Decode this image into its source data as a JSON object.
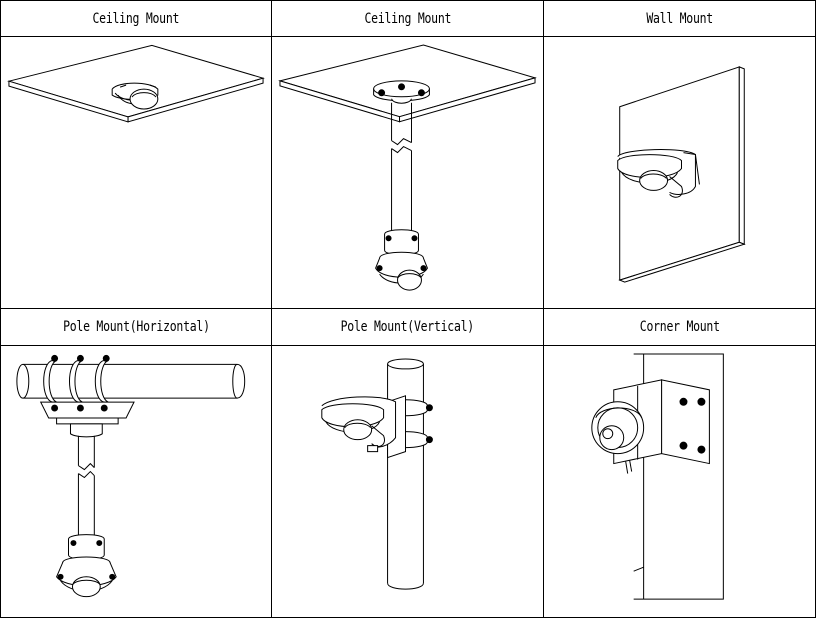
{
  "mounts": [
    {
      "label": "Ceiling Mount",
      "icon": "ceiling-mount-camera-icon"
    },
    {
      "label": "Ceiling Mount",
      "icon": "ceiling-pendant-mount-camera-icon"
    },
    {
      "label": "Wall Mount",
      "icon": "wall-mount-camera-icon"
    },
    {
      "label": "Pole Mount(Horizontal)",
      "icon": "horizontal-pole-mount-camera-icon"
    },
    {
      "label": "Pole Mount(Vertical)",
      "icon": "vertical-pole-mount-camera-icon"
    },
    {
      "label": "Corner Mount",
      "icon": "corner-mount-camera-icon"
    }
  ]
}
